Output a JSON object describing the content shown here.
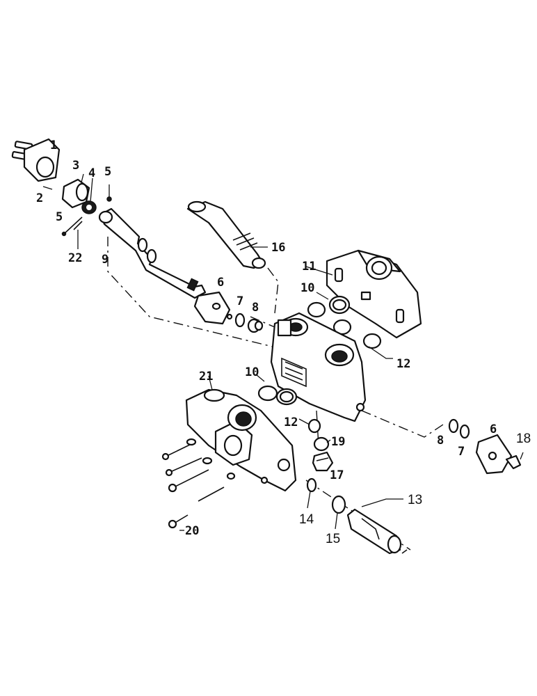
{
  "callouts": {
    "c1": "1",
    "c2": "2",
    "c3": "3",
    "c4": "4",
    "c5a": "5",
    "c5b": "5",
    "c6a": "6",
    "c6b": "6",
    "c7a": "7",
    "c7b": "7",
    "c8a": "8",
    "c8b": "8",
    "c9": "9",
    "c10a": "10",
    "c10b": "10",
    "c11": "11",
    "c12a": "12",
    "c12b": "12",
    "c13": "13",
    "c14": "14",
    "c15": "15",
    "c16": "16",
    "c17": "17",
    "c18": "18",
    "c19": "19",
    "c20": "20",
    "c21": "21",
    "c22": "22"
  }
}
